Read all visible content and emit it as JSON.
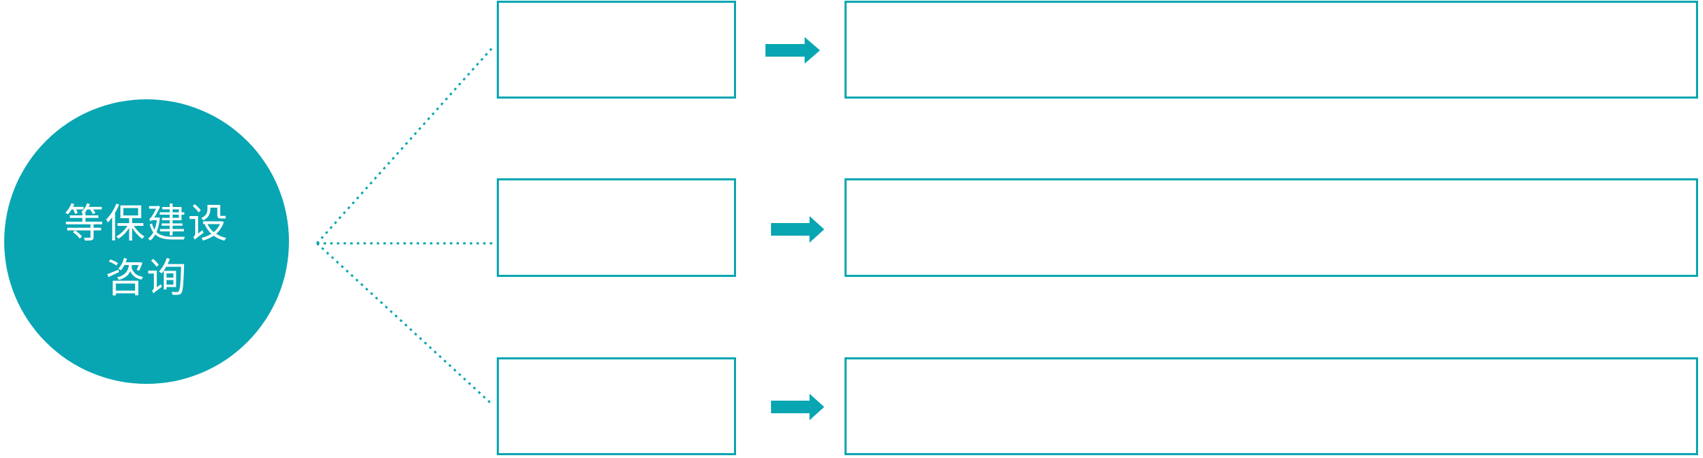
{
  "colors": {
    "accent": "#07a6b2",
    "hub_text": "#ffffff",
    "page_bg": "#ffffff"
  },
  "hub": {
    "shape": "circle",
    "label_lines": [
      "等保建设",
      "咨询"
    ]
  },
  "icons": {
    "connector_arrow": "arrow-right-icon",
    "branch_lines": "dotted-branch-lines"
  },
  "rows": [
    {
      "step_box_text": "",
      "detail_box_text": ""
    },
    {
      "step_box_text": "",
      "detail_box_text": ""
    },
    {
      "step_box_text": "",
      "detail_box_text": ""
    }
  ]
}
